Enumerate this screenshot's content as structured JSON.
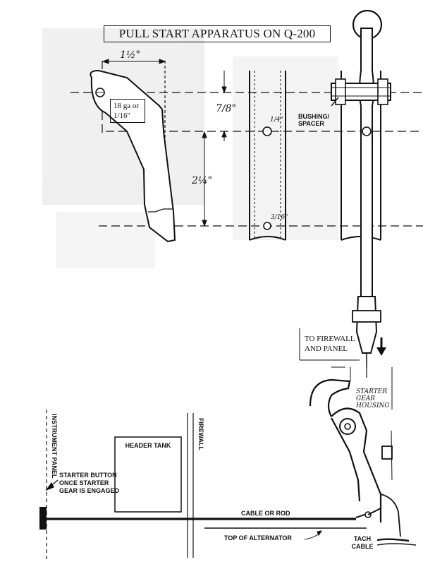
{
  "title": "PULL START APPARATUS ON Q-200",
  "dimensions": {
    "width": "1½\"",
    "thickness_top": "7/8\"",
    "height": "2¼\"",
    "hole_top": "1/4\"",
    "hole_bottom": "3/16\""
  },
  "labels": {
    "material": "18 ga or 1/16\"",
    "bushing": "BUSHING/ SPACER",
    "to_firewall": "TO FIREWALL AND PANEL",
    "starter_housing": "STARTER GEAR HOUSING",
    "instrument_panel": "INSTRUMENT PANEL",
    "header_tank": "HEADER TANK",
    "firewall": "FIREWALL",
    "starter_button": "STARTER BUTTON ONCE STARTER GEAR IS ENGAGED",
    "cable": "CABLE OR ROD",
    "alternator": "TOP OF ALTERNATOR",
    "tach_cable": "TACH CABLE"
  },
  "colors": {
    "ink": "#111111",
    "smudge": "#c8c8c8"
  }
}
